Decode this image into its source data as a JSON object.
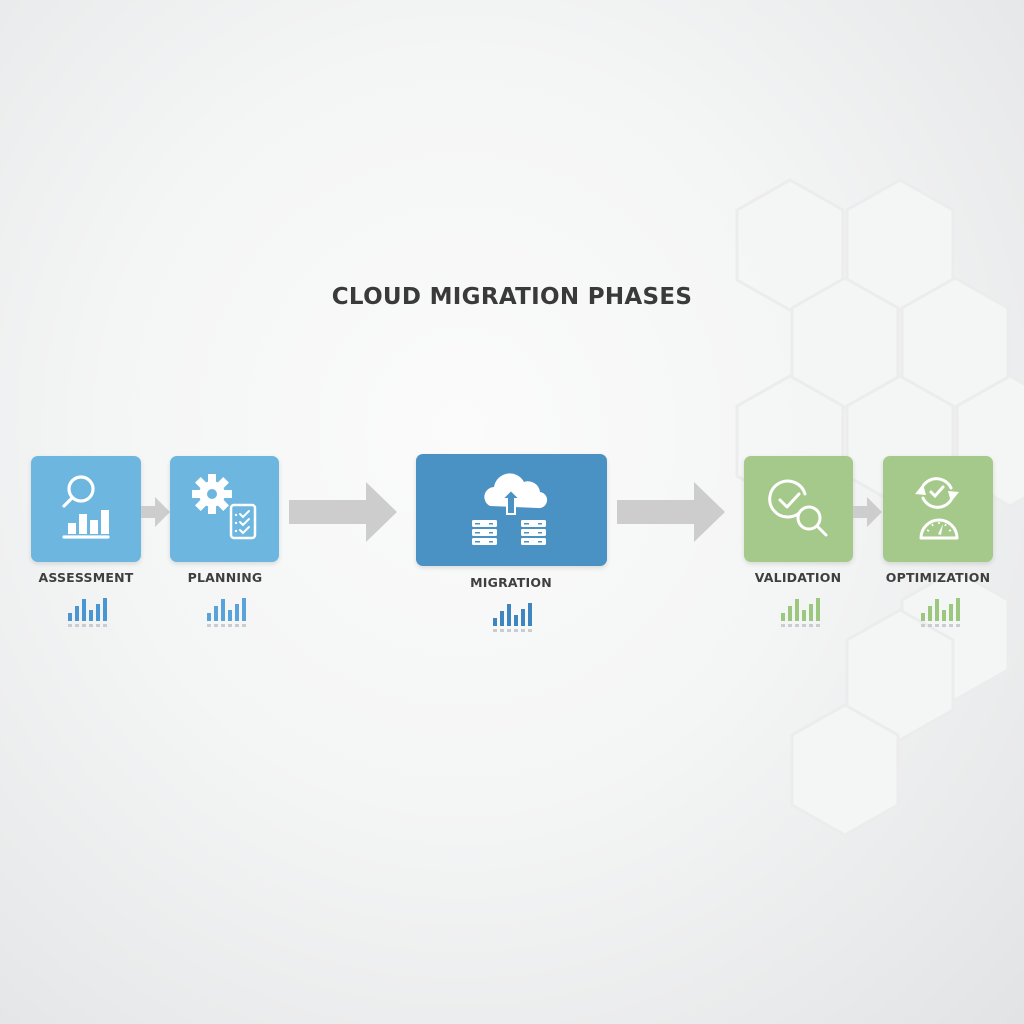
{
  "title": "CLOUD MIGRATION PHASES",
  "colors": {
    "blue_light": "#6cb6e0",
    "blue_dark": "#4a92c4",
    "green": "#a4c98a",
    "arrow_gray": "#cdcdcd",
    "mini_blue": "#4a96d2",
    "mini_green": "#9cc77f",
    "text": "#3f3f3f"
  },
  "phases": [
    {
      "label": "ASSESSMENT",
      "icon": "magnifier-bar-chart-icon",
      "color": "blue_light"
    },
    {
      "label": "PLANNING",
      "icon": "gear-checklist-icon",
      "color": "blue_light"
    },
    {
      "label": "MIGRATION",
      "icon": "cloud-upload-servers-icon",
      "color": "blue_dark"
    },
    {
      "label": "VALIDATION",
      "icon": "check-magnifier-icon",
      "color": "green"
    },
    {
      "label": "OPTIMIZATION",
      "icon": "cycle-speedometer-icon",
      "color": "green"
    }
  ],
  "arrows": [
    {
      "from": "ASSESSMENT",
      "to": "PLANNING",
      "size": "small"
    },
    {
      "from": "PLANNING",
      "to": "MIGRATION",
      "size": "large"
    },
    {
      "from": "MIGRATION",
      "to": "VALIDATION",
      "size": "large"
    },
    {
      "from": "VALIDATION",
      "to": "OPTIMIZATION",
      "size": "small"
    }
  ],
  "mini_chart": {
    "type": "bar",
    "relative_heights": [
      0.35,
      0.65,
      0.95,
      0.45,
      0.7,
      1.0
    ]
  }
}
